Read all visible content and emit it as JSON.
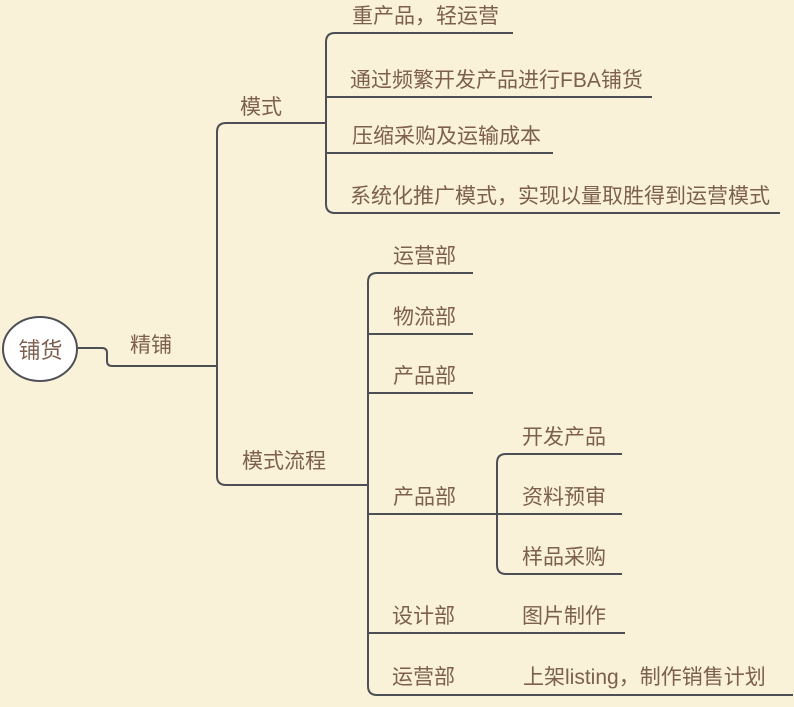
{
  "canvas": {
    "background_color": "#f9f2d8",
    "line_color": "#4e4e57",
    "text_color": "#7d5f4d",
    "root_fill_color": "#ffffff"
  },
  "nodes": {
    "root": "铺货",
    "l1": "精铺",
    "mode": {
      "label": "模式",
      "items": [
        "重产品，轻运营",
        "通过频繁开发产品进行FBA铺货",
        "压缩采购及运输成本",
        "系统化推广模式，实现以量取胜得到运营模式"
      ]
    },
    "flow": {
      "label": "模式流程",
      "items": [
        {
          "label": "运营部",
          "children": []
        },
        {
          "label": "物流部",
          "children": []
        },
        {
          "label": "产品部",
          "children": []
        },
        {
          "label": "产品部",
          "children": [
            "开发产品",
            "资料预审",
            "样品采购"
          ]
        },
        {
          "label": "设计部",
          "children": [
            "图片制作"
          ]
        },
        {
          "label": "运营部",
          "children": [
            "上架listing，制作销售计划"
          ]
        }
      ]
    }
  }
}
